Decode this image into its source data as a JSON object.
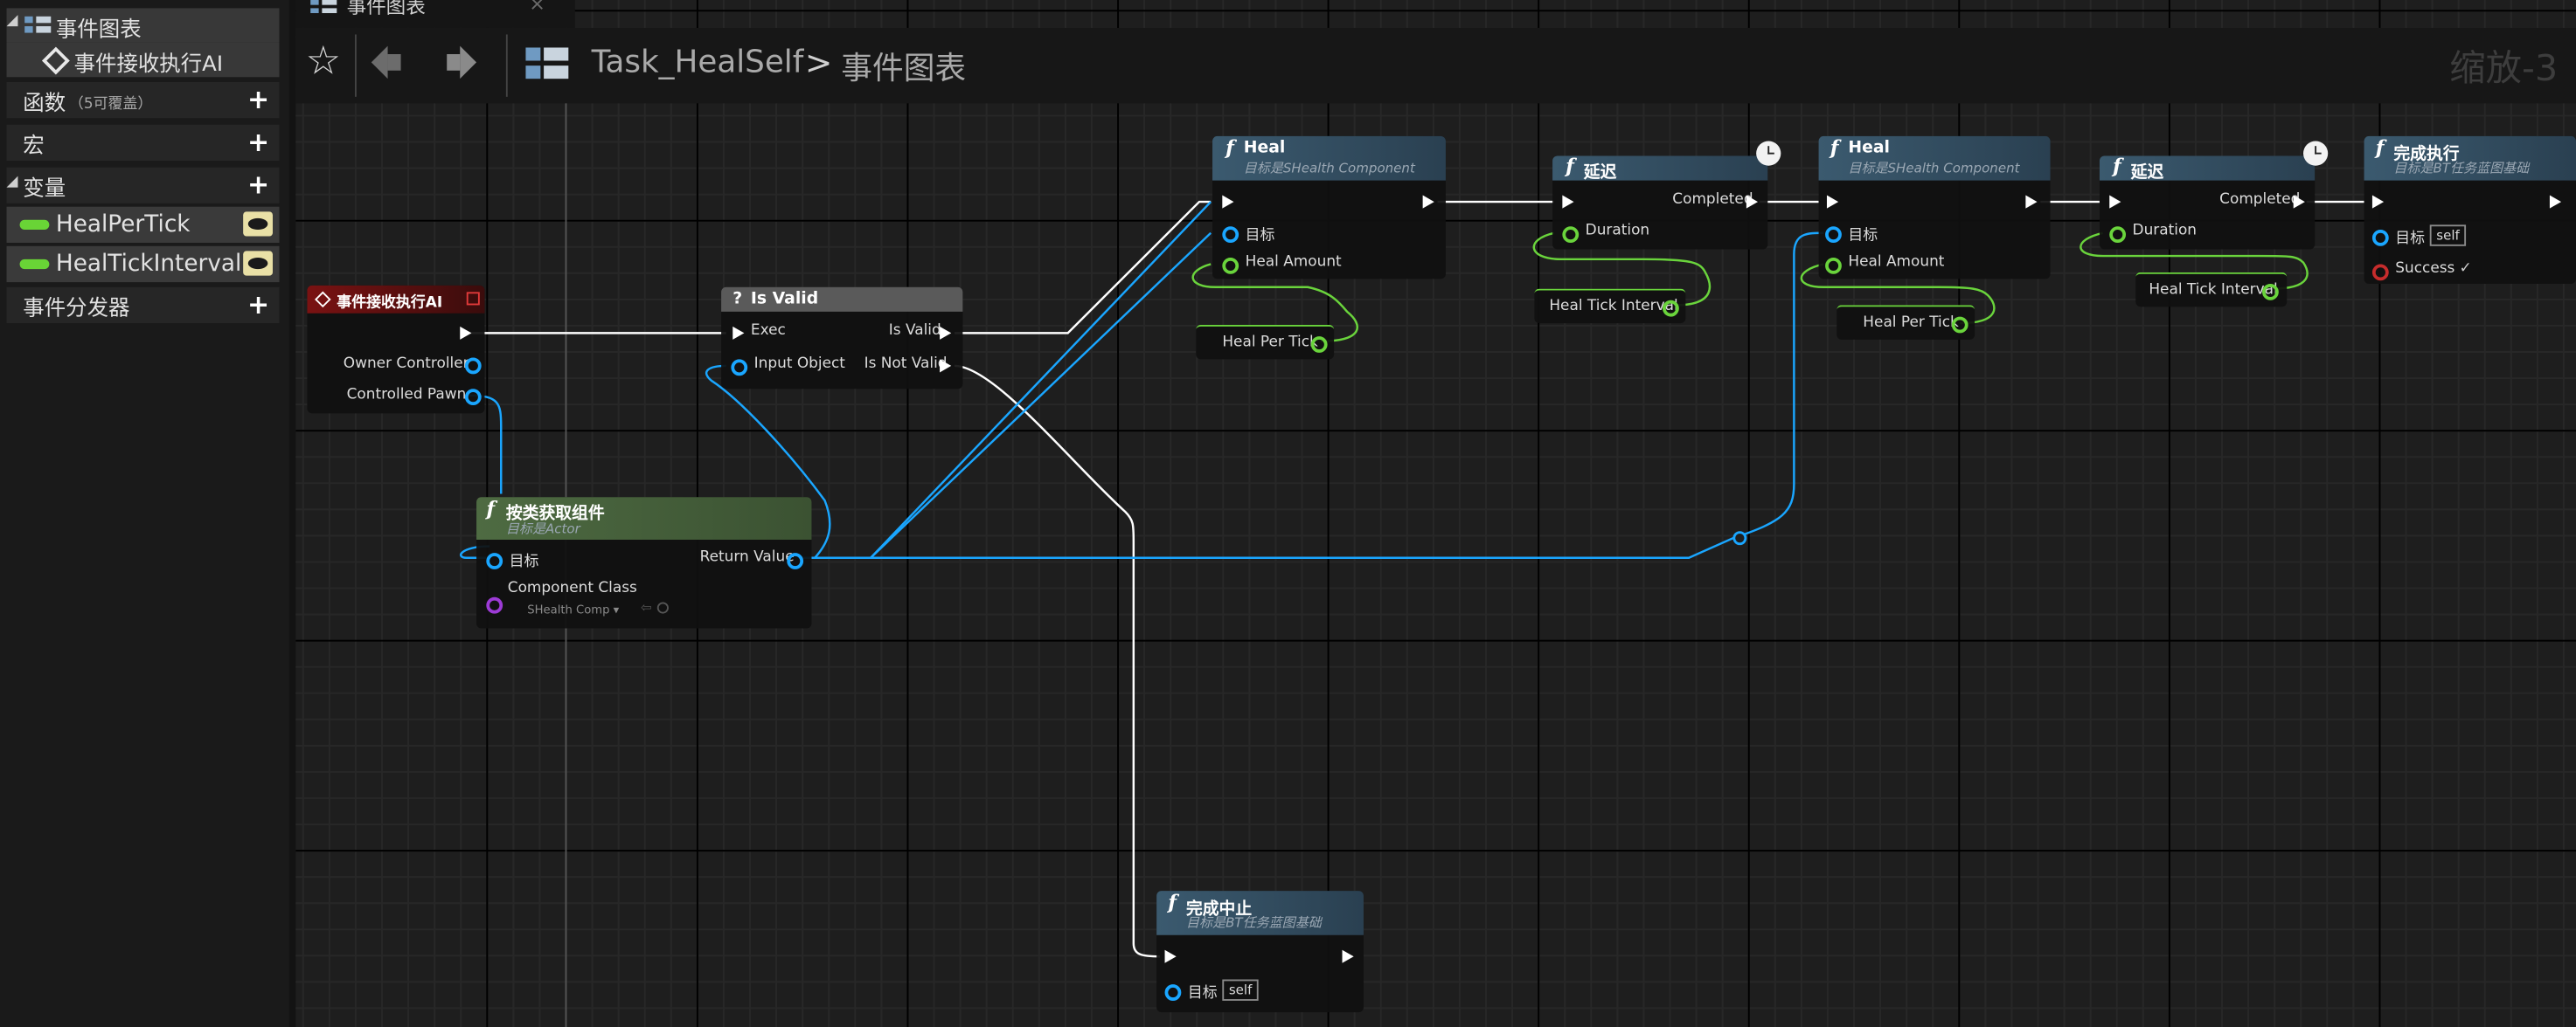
{
  "left_panel": {
    "graph_section": "事件图表",
    "graph_item": "事件接收执行AI",
    "functions_label": "函数",
    "functions_override": "（5可覆盖）",
    "macros_label": "宏",
    "variables_label": "变量",
    "variables": [
      "HealPerTick",
      "HealTickInterval"
    ],
    "dispatchers_label": "事件分发器",
    "add_symbol": "+"
  },
  "tab": {
    "label": "事件图表",
    "close": "×"
  },
  "toolbar": {
    "breadcrumb_root": "Task_HealSelf",
    "breadcrumb_sep": ">",
    "breadcrumb_leaf": "事件图表",
    "zoom": "缩放-3"
  },
  "nodes": {
    "event": {
      "title": "事件接收执行AI",
      "pins": [
        "Owner Controller",
        "Controlled Pawn"
      ]
    },
    "isvalid": {
      "glyph": "?",
      "title": "Is Valid",
      "exec_in": "Exec",
      "input": "Input Object",
      "out_valid": "Is Valid",
      "out_notvalid": "Is Not Valid"
    },
    "getcomp": {
      "title": "按类获取组件",
      "subtitle": "目标是Actor",
      "target": "目标",
      "class_label": "Component Class",
      "class_value": "SHealth Comp ▾",
      "return": "Return Value"
    },
    "heal1": {
      "title": "Heal",
      "subtitle": "目标是SHealth Component",
      "target": "目标",
      "amount": "Heal Amount"
    },
    "var_healpertick_1": {
      "label": "Heal Per Tick"
    },
    "delay1": {
      "title": "延迟",
      "completed": "Completed",
      "duration": "Duration"
    },
    "var_interval_1": {
      "label": "Heal Tick Interval"
    },
    "heal2": {
      "title": "Heal",
      "subtitle": "目标是SHealth Component",
      "target": "目标",
      "amount": "Heal Amount"
    },
    "var_healpertick_2": {
      "label": "Heal Per Tick"
    },
    "delay2": {
      "title": "延迟",
      "completed": "Completed",
      "duration": "Duration"
    },
    "var_interval_2": {
      "label": "Heal Tick Interval"
    },
    "finish": {
      "title": "完成执行",
      "subtitle": "目标是BT任务蓝图基础",
      "target": "目标",
      "target_value": "self",
      "success": "Success",
      "success_value": "✓"
    },
    "abort": {
      "title": "完成中止",
      "subtitle": "目标是BT任务蓝图基础",
      "target": "目标",
      "target_value": "self"
    }
  },
  "colors": {
    "exec_wire": "#ffffff",
    "object_wire": "#1aa6ff",
    "float_wire": "#6ad43c"
  }
}
